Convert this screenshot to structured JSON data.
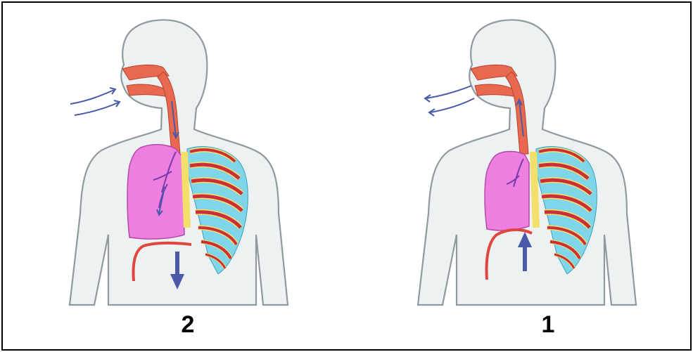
{
  "panels": [
    {
      "id": "exhalation-panel",
      "number_label": "2",
      "phase": "inhale"
    },
    {
      "id": "inhalation-panel",
      "number_label": "1",
      "phase": "exhale"
    }
  ],
  "colors": {
    "body_outline": "#8f9a9e",
    "body_fill": "#eef1f1",
    "lung": "#ee7fe0",
    "lung_outline": "#b24aa6",
    "trachea": "#e8694f",
    "rib": "#c9303a",
    "rib_edge": "#f2e06a",
    "intercostal": "#7fd6e8",
    "diaphragm": "#e0453e",
    "arrow": "#4a5aa8"
  },
  "icons": [
    "air-flow-arrow-icon",
    "diaphragm-arrow-down-icon",
    "diaphragm-arrow-up-icon"
  ]
}
